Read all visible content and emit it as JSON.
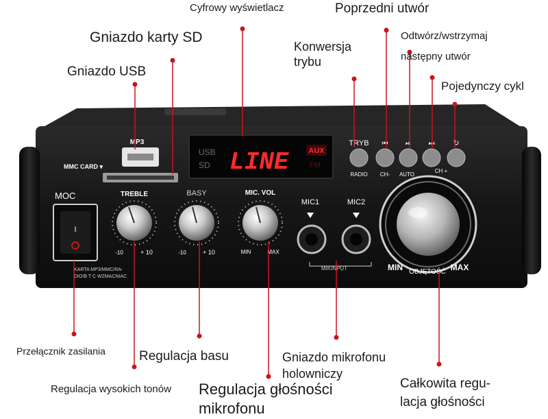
{
  "annotations": {
    "display": "Cyfrowy wyświetlacz",
    "previous": "Poprzedni utwór",
    "sd_slot": "Gniazdo karty SD",
    "play_pause": "Odtwórz/wstrzymaj",
    "next": "następny utwór",
    "mode_line1": "Konwersja",
    "mode_line2": "trybu",
    "usb_slot": "Gniazdo USB",
    "single_cycle": "Pojedynczy cykl",
    "power": "Przełącznik zasilania",
    "bass": "Regulacja basu",
    "mic_jack_line1": "Gniazdo mikrofonu",
    "mic_jack_line2": "holowniczy",
    "treble": "Regulacja wysokich tonów",
    "mic_volume_line1": "Regulacja głośności",
    "mic_volume_line2": "mikrofonu",
    "master_volume_line1": "Całkowita regu-",
    "master_volume_line2": "lacja głośności"
  },
  "device": {
    "mp3_label": "MP3",
    "mmc_label": "MMC CARD ▾",
    "display_usb": "USB",
    "display_sd": "SD",
    "display_text": "LINE",
    "display_aux": "AUX",
    "display_fm": "FM",
    "tryb_label": "TRYB",
    "radio_label": "RADIO",
    "ch_minus_label": "CH-",
    "auto_label": "AUTO",
    "ch_plus_label": "CH +",
    "prev_icon": "⏮",
    "play_icon": "⏯",
    "next_icon": "⏭",
    "repeat_icon": "↻",
    "moc_label": "MOC",
    "treble_label": "TREBLE",
    "basy_label": "BASY",
    "mic_vol_label": "MIC. VOL",
    "minus10": "-10",
    "plus10": "+ 10",
    "min_label": "MIN",
    "max_label": "MAX",
    "mic1_label": "MIC1",
    "mic2_label": "MIC2",
    "mikinput_label": "MIKINPUT",
    "small_text_line1": "KARTA MP3/MMC/RA-",
    "small_text_line2": "DIO/B T C WZMACNIAC",
    "objetosc_label": "OBJĘTOŚĆ",
    "big_min": "MIN",
    "big_max": "MAX",
    "power_symbol": "I"
  },
  "colors": {
    "body": "#141414",
    "display_red": "#ff2a2a",
    "marker": "#c8141e",
    "button": "#8d8d8d"
  }
}
